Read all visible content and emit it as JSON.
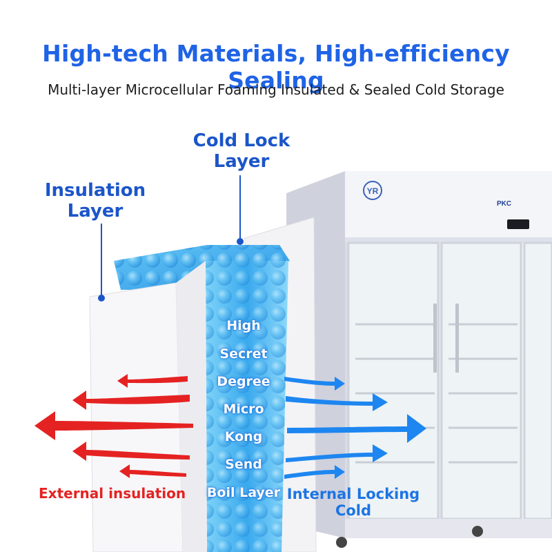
{
  "heading": {
    "title": "High-tech Materials, High-efficiency Sealing",
    "subtitle": "Multi-layer Microcellular Foaming Insulated & Sealed Cold Storage"
  },
  "labels": {
    "cold_lock_layer": "Cold Lock Layer",
    "insulation_layer": "Insulation Layer",
    "external_insulation": "External insulation",
    "internal_locking_cold": "Internal Locking Cold"
  },
  "layer_words": [
    "High",
    "Secret",
    "Degree",
    "Micro",
    "Kong",
    "Send",
    "Boil Layer"
  ],
  "fridge": {
    "brand_mark": "YR",
    "panel_brand": "PKC"
  },
  "colors": {
    "accent_blue": "#1f63e6",
    "arrow_red": "#e52222",
    "arrow_blue": "#1d86f0",
    "foam_blue": "#3fb2f0"
  }
}
